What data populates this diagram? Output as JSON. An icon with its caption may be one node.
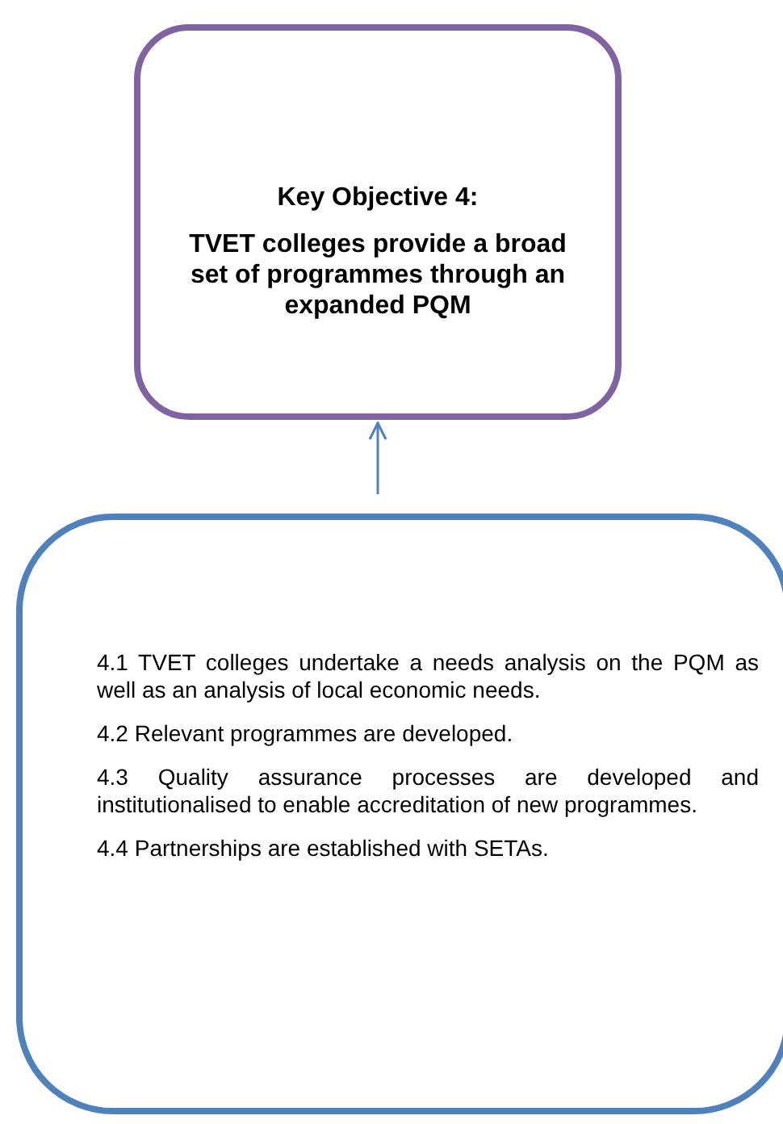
{
  "diagram": {
    "nodes": [
      {
        "text": [
          "Key Objective 4:",
          "TVET colleges provide a broad set of programmes through an expanded PQM"
        ]
      },
      {
        "text": [
          "4.1 TVET colleges undertake a needs analysis on the PQM as well as an analysis of local economic needs.",
          "4.2 Relevant programmes are developed.",
          "4.3 Quality assurance processes are developed and institutionalised to enable accreditation of new programmes.",
          "4.4 Partnerships are established with SETAs."
        ]
      }
    ],
    "edges": [
      {
        "from": 1,
        "to": 0,
        "arrow": "to"
      }
    ]
  }
}
